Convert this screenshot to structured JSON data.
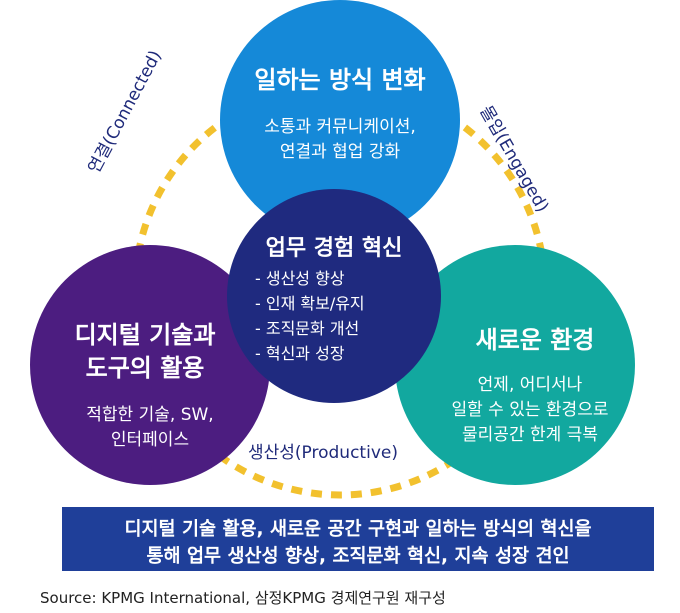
{
  "circles": {
    "top": {
      "title": "일하는 방식 변화",
      "lines": [
        "소통과 커뮤니케이션,",
        "연결과 협업 강화"
      ],
      "color": "#1589d8"
    },
    "left": {
      "title_lines": [
        "디지털 기술과",
        "도구의 활용"
      ],
      "lines": [
        "적합한 기술, SW,",
        "인터페이스"
      ],
      "color": "#4c1d80"
    },
    "right": {
      "title": "새로운 환경",
      "lines": [
        "언제, 어디서나",
        "일할 수 있는 환경으로",
        "물리공간 한계 극복"
      ],
      "color": "#12a89f"
    },
    "center": {
      "title": "업무 경험 혁신",
      "items": [
        "- 생산성 향상",
        "- 인재 확보/유지",
        "- 조직문화 개선",
        "- 혁신과 성장"
      ],
      "color": "#1f2a7f"
    }
  },
  "arc_labels": {
    "left": "연결(Connected)",
    "right": "몰입(Engaged)",
    "bottom": "생산성(Productive)"
  },
  "ring_color": "#f2c12e",
  "banner": {
    "lines": [
      "디지털 기술 활용, 새로운 공간 구현과 일하는 방식의 혁신을",
      "통해 업무 생산성 향상, 조직문화 혁신, 지속 성장 견인"
    ],
    "color": "#1f3f99"
  },
  "source": "Source: KPMG International, 삼정KPMG 경제연구원 재구성"
}
